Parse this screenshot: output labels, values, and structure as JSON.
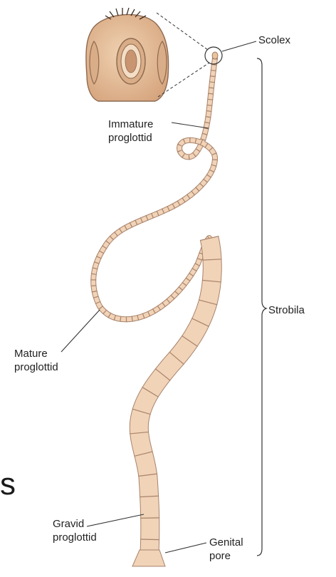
{
  "labels": {
    "scolex": "Scolex",
    "immature": [
      "Immature",
      "proglottid"
    ],
    "mature": [
      "Mature",
      "proglottid"
    ],
    "gravid": [
      "Gravid",
      "proglottid"
    ],
    "genital": [
      "Genital",
      "pore"
    ],
    "strobila": "Strobila"
  },
  "edge_letter": "s",
  "colors": {
    "segment_fill": "#f1d3b8",
    "segment_stroke": "#a8836a",
    "scolex_fill": "#e9c39f",
    "line": "#333333"
  }
}
